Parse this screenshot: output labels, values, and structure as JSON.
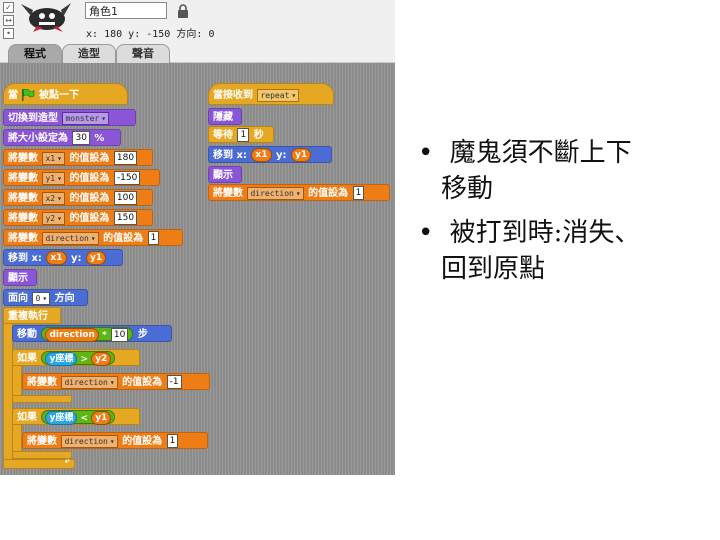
{
  "header": {
    "sprite_name": "角色1",
    "x_label": "x:",
    "x_value": "180",
    "y_label": "y:",
    "y_value": "-150",
    "dir_label": "方向:",
    "dir_value": "0"
  },
  "tabs": [
    {
      "label": "程式"
    },
    {
      "label": "造型"
    },
    {
      "label": "聲音"
    }
  ],
  "left_script": {
    "hat_prefix": "當",
    "hat_suffix": "被點一下",
    "switch_costume": {
      "label": "切換到造型",
      "value": "monster"
    },
    "set_size": {
      "label": "將大小設定為",
      "value": "30",
      "unit": "%"
    },
    "set_vars": [
      {
        "label": "將變數",
        "var": "x1",
        "mid": "的值設為",
        "value": "180"
      },
      {
        "label": "將變數",
        "var": "y1",
        "mid": "的值設為",
        "value": "-150"
      },
      {
        "label": "將變數",
        "var": "x2",
        "mid": "的值設為",
        "value": "100"
      },
      {
        "label": "將變數",
        "var": "y2",
        "mid": "的值設為",
        "value": "150"
      },
      {
        "label": "將變數",
        "var": "direction",
        "mid": "的值設為",
        "value": "1"
      }
    ],
    "goto": {
      "label": "移到 x:",
      "x": "x1",
      "y_label": "y:",
      "y": "y1"
    },
    "show": "顯示",
    "point": {
      "label": "面向",
      "value": "0",
      "suffix": "方向"
    },
    "forever": "重複執行",
    "move": {
      "label": "移動",
      "var": "direction",
      "op": "*",
      "num": "10",
      "suffix": "步"
    },
    "if1": {
      "label": "如果",
      "sensor": "y座標",
      "op": ">",
      "var": "y2"
    },
    "set_in_if1": {
      "label": "將變數",
      "var": "direction",
      "mid": "的值設為",
      "value": "-1"
    },
    "if2": {
      "label": "如果",
      "sensor": "y座標",
      "op": "<",
      "var": "y1"
    },
    "set_in_if2": {
      "label": "將變數",
      "var": "direction",
      "mid": "的值設為",
      "value": "1"
    }
  },
  "right_script": {
    "hat": {
      "label": "當接收到",
      "value": "repeat"
    },
    "hide": "隱藏",
    "wait": {
      "label": "等待",
      "value": "1",
      "suffix": "秒"
    },
    "goto": {
      "label": "移到 x:",
      "x": "x1",
      "y_label": "y:",
      "y": "y1"
    },
    "show": "顯示",
    "set_var": {
      "label": "將變數",
      "var": "direction",
      "mid": "的值設為",
      "value": "1"
    }
  },
  "bullets": [
    {
      "line1": "魔鬼須不斷上下",
      "line2": "移動"
    },
    {
      "line1": "被打到時:消失、",
      "line2": "回到原點"
    }
  ],
  "colors": {
    "looks": "#8a55d7",
    "control": "#e6a822",
    "variables": "#ee7d16",
    "motion": "#4a6cd4",
    "operators": "#5cb712",
    "sensing": "#2ca5e2"
  }
}
